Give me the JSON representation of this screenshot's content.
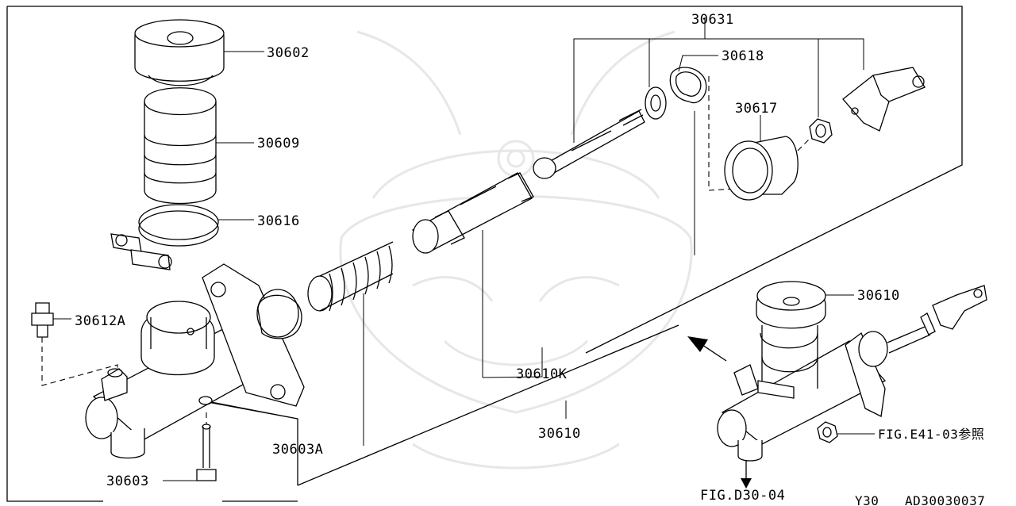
{
  "parts": {
    "p30602": "30602",
    "p30609": "30609",
    "p30616": "30616",
    "p30612A": "30612A",
    "p30603A": "30603A",
    "p30603": "30603",
    "p30631": "30631",
    "p30618": "30618",
    "p30617": "30617",
    "p30610K": "30610K",
    "p30610_lower": "30610",
    "p30610_assembly": "30610"
  },
  "references": {
    "fig_e41": "FIG.E41-03参照",
    "fig_d30": "FIG.D30-04"
  },
  "footer": {
    "model": "Y30",
    "diagram_code": "AD30030037"
  }
}
